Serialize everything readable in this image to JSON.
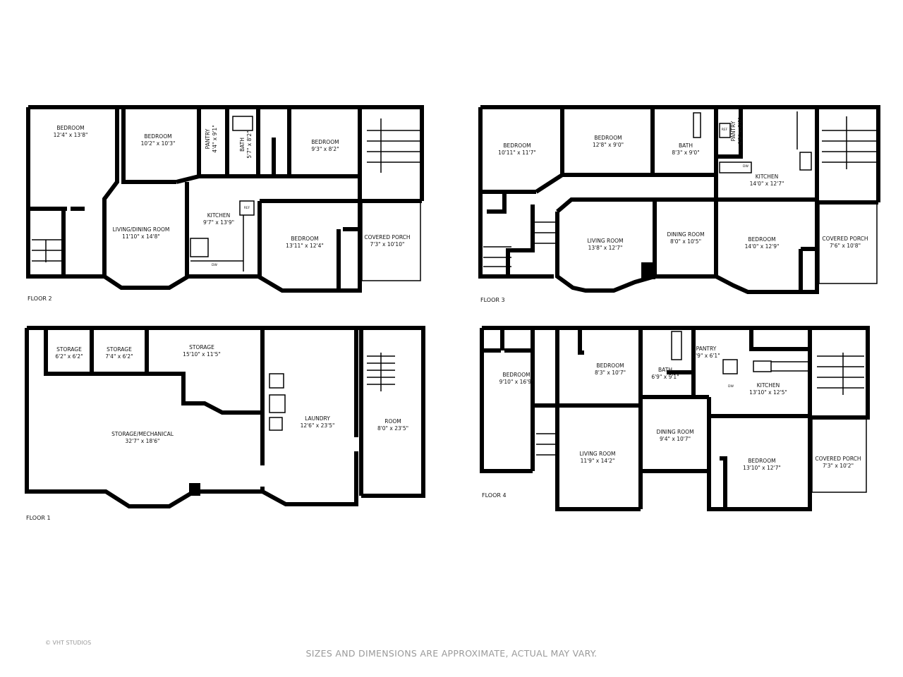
{
  "floors": {
    "floor2": {
      "label": "FLOOR 2",
      "rooms": [
        {
          "name": "BEDROOM",
          "dims": "12'4\" x 13'8\""
        },
        {
          "name": "BEDROOM",
          "dims": "10'2\" x 10'3\""
        },
        {
          "name": "PANTRY",
          "dims": "4'4\" x 9'1\""
        },
        {
          "name": "BATH",
          "dims": "5'7\" x 8'2\""
        },
        {
          "name": "BEDROOM",
          "dims": "9'3\" x 8'2\""
        },
        {
          "name": "LIVING/DINING ROOM",
          "dims": "11'10\" x 14'8\""
        },
        {
          "name": "KITCHEN",
          "dims": "9'7\" x 13'9\""
        },
        {
          "name": "BEDROOM",
          "dims": "13'11\" x 12'4\""
        },
        {
          "name": "COVERED PORCH",
          "dims": "7'3\" x 10'10\""
        }
      ],
      "fixtures": {
        "ref": "REF",
        "dw": "DW"
      }
    },
    "floor3": {
      "label": "FLOOR 3",
      "rooms": [
        {
          "name": "BEDROOM",
          "dims": "10'11\" x 11'7\""
        },
        {
          "name": "BEDROOM",
          "dims": "12'8\" x 9'0\""
        },
        {
          "name": "BATH",
          "dims": "8'3\" x 9'0\""
        },
        {
          "name": "PANTRY",
          "dims": "4'9\" x 6'6\""
        },
        {
          "name": "KITCHEN",
          "dims": "14'0\" x 12'7\""
        },
        {
          "name": "LIVING ROOM",
          "dims": "13'8\" x 12'7\""
        },
        {
          "name": "DINING ROOM",
          "dims": "8'0\" x 10'5\""
        },
        {
          "name": "BEDROOM",
          "dims": "14'0\" x 12'9\""
        },
        {
          "name": "COVERED PORCH",
          "dims": "7'6\" x 10'8\""
        }
      ],
      "fixtures": {
        "ref": "REF",
        "dw": "DW"
      }
    },
    "floor1": {
      "label": "FLOOR 1",
      "rooms": [
        {
          "name": "STORAGE",
          "dims": "6'2\" x 6'2\""
        },
        {
          "name": "STORAGE",
          "dims": "7'4\" x 6'2\""
        },
        {
          "name": "STORAGE",
          "dims": "15'10\" x 11'5\""
        },
        {
          "name": "STORAGE/MECHANICAL",
          "dims": "32'7\" x 18'6\""
        },
        {
          "name": "LAUNDRY",
          "dims": "12'6\" x 23'5\""
        },
        {
          "name": "ROOM",
          "dims": "8'0\" x 23'5\""
        }
      ]
    },
    "floor4": {
      "label": "FLOOR 4",
      "rooms": [
        {
          "name": "BEDROOM",
          "dims": "9'10\" x 16'9\""
        },
        {
          "name": "BEDROOM",
          "dims": "8'3\" x 10'7\""
        },
        {
          "name": "BATH",
          "dims": "6'9\" x 9'1\""
        },
        {
          "name": "PANTRY",
          "dims": "3'9\" x 6'1\""
        },
        {
          "name": "KITCHEN",
          "dims": "13'10\" x 12'5\""
        },
        {
          "name": "DINING ROOM",
          "dims": "9'4\" x 10'7\""
        },
        {
          "name": "LIVING ROOM",
          "dims": "11'9\" x 14'2\""
        },
        {
          "name": "BEDROOM",
          "dims": "13'10\" x 12'7\""
        },
        {
          "name": "COVERED PORCH",
          "dims": "7'3\" x 10'2\""
        }
      ],
      "fixtures": {
        "dw": "DW"
      }
    }
  },
  "footer": {
    "credit": "© VHT STUDIOS",
    "disclaimer": "SIZES AND DIMENSIONS ARE APPROXIMATE, ACTUAL MAY VARY."
  },
  "colors": {
    "walls": "#000000",
    "footer_text": "#9a9a9a",
    "background": "#ffffff"
  }
}
